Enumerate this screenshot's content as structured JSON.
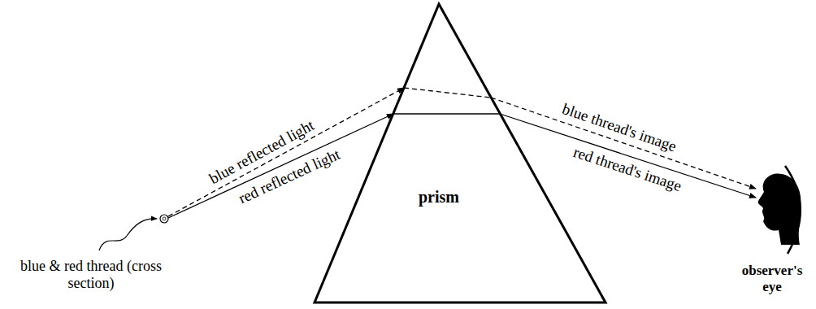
{
  "diagram": {
    "labels": [
      "blue reflected light",
      "red reflected light",
      "blue thread's image",
      "red thread's image",
      "prism",
      "blue & red thread (cross section)",
      "observer's eye"
    ]
  }
}
